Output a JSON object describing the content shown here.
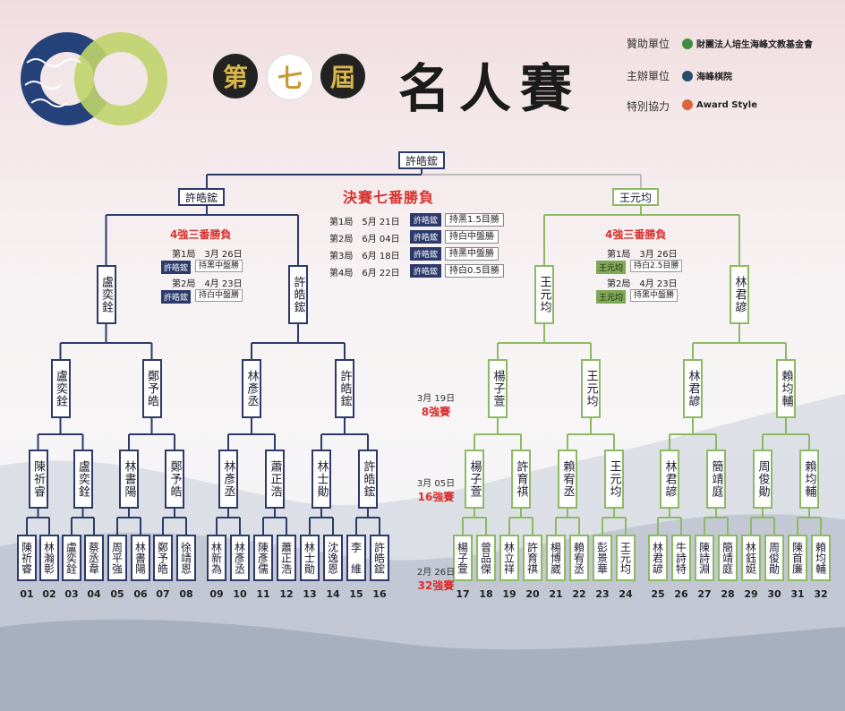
{
  "title": "名人賽",
  "edition": [
    "第",
    "七",
    "屆"
  ],
  "sponsors": [
    {
      "label": "贊助單位",
      "value": "財團法人培生海峰文教基金會",
      "color": "#3f8d3f"
    },
    {
      "label": "主辦單位",
      "value": "海峰棋院",
      "color": "#2a4c6f"
    },
    {
      "label": "特別協力",
      "value": "Award Style",
      "color": "#d9663a"
    }
  ],
  "champion": "許皓鋐",
  "final": {
    "title": "決賽七番勝負",
    "left": "許皓鋐",
    "right": "王元均",
    "games": [
      {
        "label": "第1局",
        "date": "5月 21日",
        "winner": "許皓鋐",
        "result": "持黑1.5目勝"
      },
      {
        "label": "第2局",
        "date": "6月 04日",
        "winner": "許皓鋐",
        "result": "持白中盤勝"
      },
      {
        "label": "第3局",
        "date": "6月 18日",
        "winner": "許皓鋐",
        "result": "持黑中盤勝"
      },
      {
        "label": "第4局",
        "date": "6月 22日",
        "winner": "許皓鋐",
        "result": "持白0.5目勝"
      }
    ]
  },
  "semis": {
    "left": {
      "title": "4強三番勝負",
      "a": "盧奕銓",
      "b": "許皓鋐",
      "games": [
        {
          "label": "第1局",
          "date": "3月 26日",
          "winner": "許皓鋐",
          "result": "持黑中盤勝"
        },
        {
          "label": "第2局",
          "date": "4月 23日",
          "winner": "許皓鋐",
          "result": "持白中盤勝"
        }
      ]
    },
    "right": {
      "title": "4強三番勝負",
      "a": "王元均",
      "b": "林君諺",
      "games": [
        {
          "label": "第1局",
          "date": "3月 26日",
          "winner": "王元均",
          "result": "持白2.5目勝"
        },
        {
          "label": "第2局",
          "date": "4月 23日",
          "winner": "王元均",
          "result": "持黑中盤勝"
        }
      ]
    }
  },
  "rounds": [
    {
      "date": "3月 19日",
      "name": "8強賽"
    },
    {
      "date": "3月 05日",
      "name": "16強賽"
    },
    {
      "date": "2月 26日",
      "name": "32強賽"
    }
  ],
  "qf": [
    "盧奕銓",
    "鄭予皓",
    "林彥丞",
    "許皓鋐",
    "楊子萱",
    "王元均",
    "林君諺",
    "賴均輔"
  ],
  "r16": [
    "陳祈睿",
    "盧奕銓",
    "林書陽",
    "鄭予皓",
    "林彥丞",
    "蕭正浩",
    "林士勛",
    "許皓鋐",
    "楊子萱",
    "許育祺",
    "賴宥丞",
    "王元均",
    "林君諺",
    "簡靖庭",
    "周俊勛",
    "賴均輔"
  ],
  "r32": [
    "陳祈睿",
    "林瀚彰",
    "盧奕銓",
    "蔡丞韋",
    "周平強",
    "林書陽",
    "鄭予皓",
    "徐靖恩",
    "林新為",
    "林彥丞",
    "陳彥儒",
    "蕭正浩",
    "林士勛",
    "沈逸恩",
    "李　維",
    "許皓鋐",
    "楊子萱",
    "曾品傑",
    "林立祥",
    "許育祺",
    "楊博崴",
    "賴宥丞",
    "彭景華",
    "王元均",
    "林君諺",
    "牛詩特",
    "陳詩淵",
    "簡靖庭",
    "林鈺娗",
    "周俊勛",
    "陳首廉",
    "賴均輔"
  ],
  "seeds": [
    "01",
    "02",
    "03",
    "04",
    "05",
    "06",
    "07",
    "08",
    "09",
    "10",
    "11",
    "12",
    "13",
    "14",
    "15",
    "16",
    "17",
    "18",
    "19",
    "20",
    "21",
    "22",
    "23",
    "24",
    "25",
    "26",
    "27",
    "28",
    "29",
    "30",
    "31",
    "32"
  ],
  "colors": {
    "navy": "#2b3a6b",
    "green": "#8cba63",
    "red": "#d8322e"
  }
}
